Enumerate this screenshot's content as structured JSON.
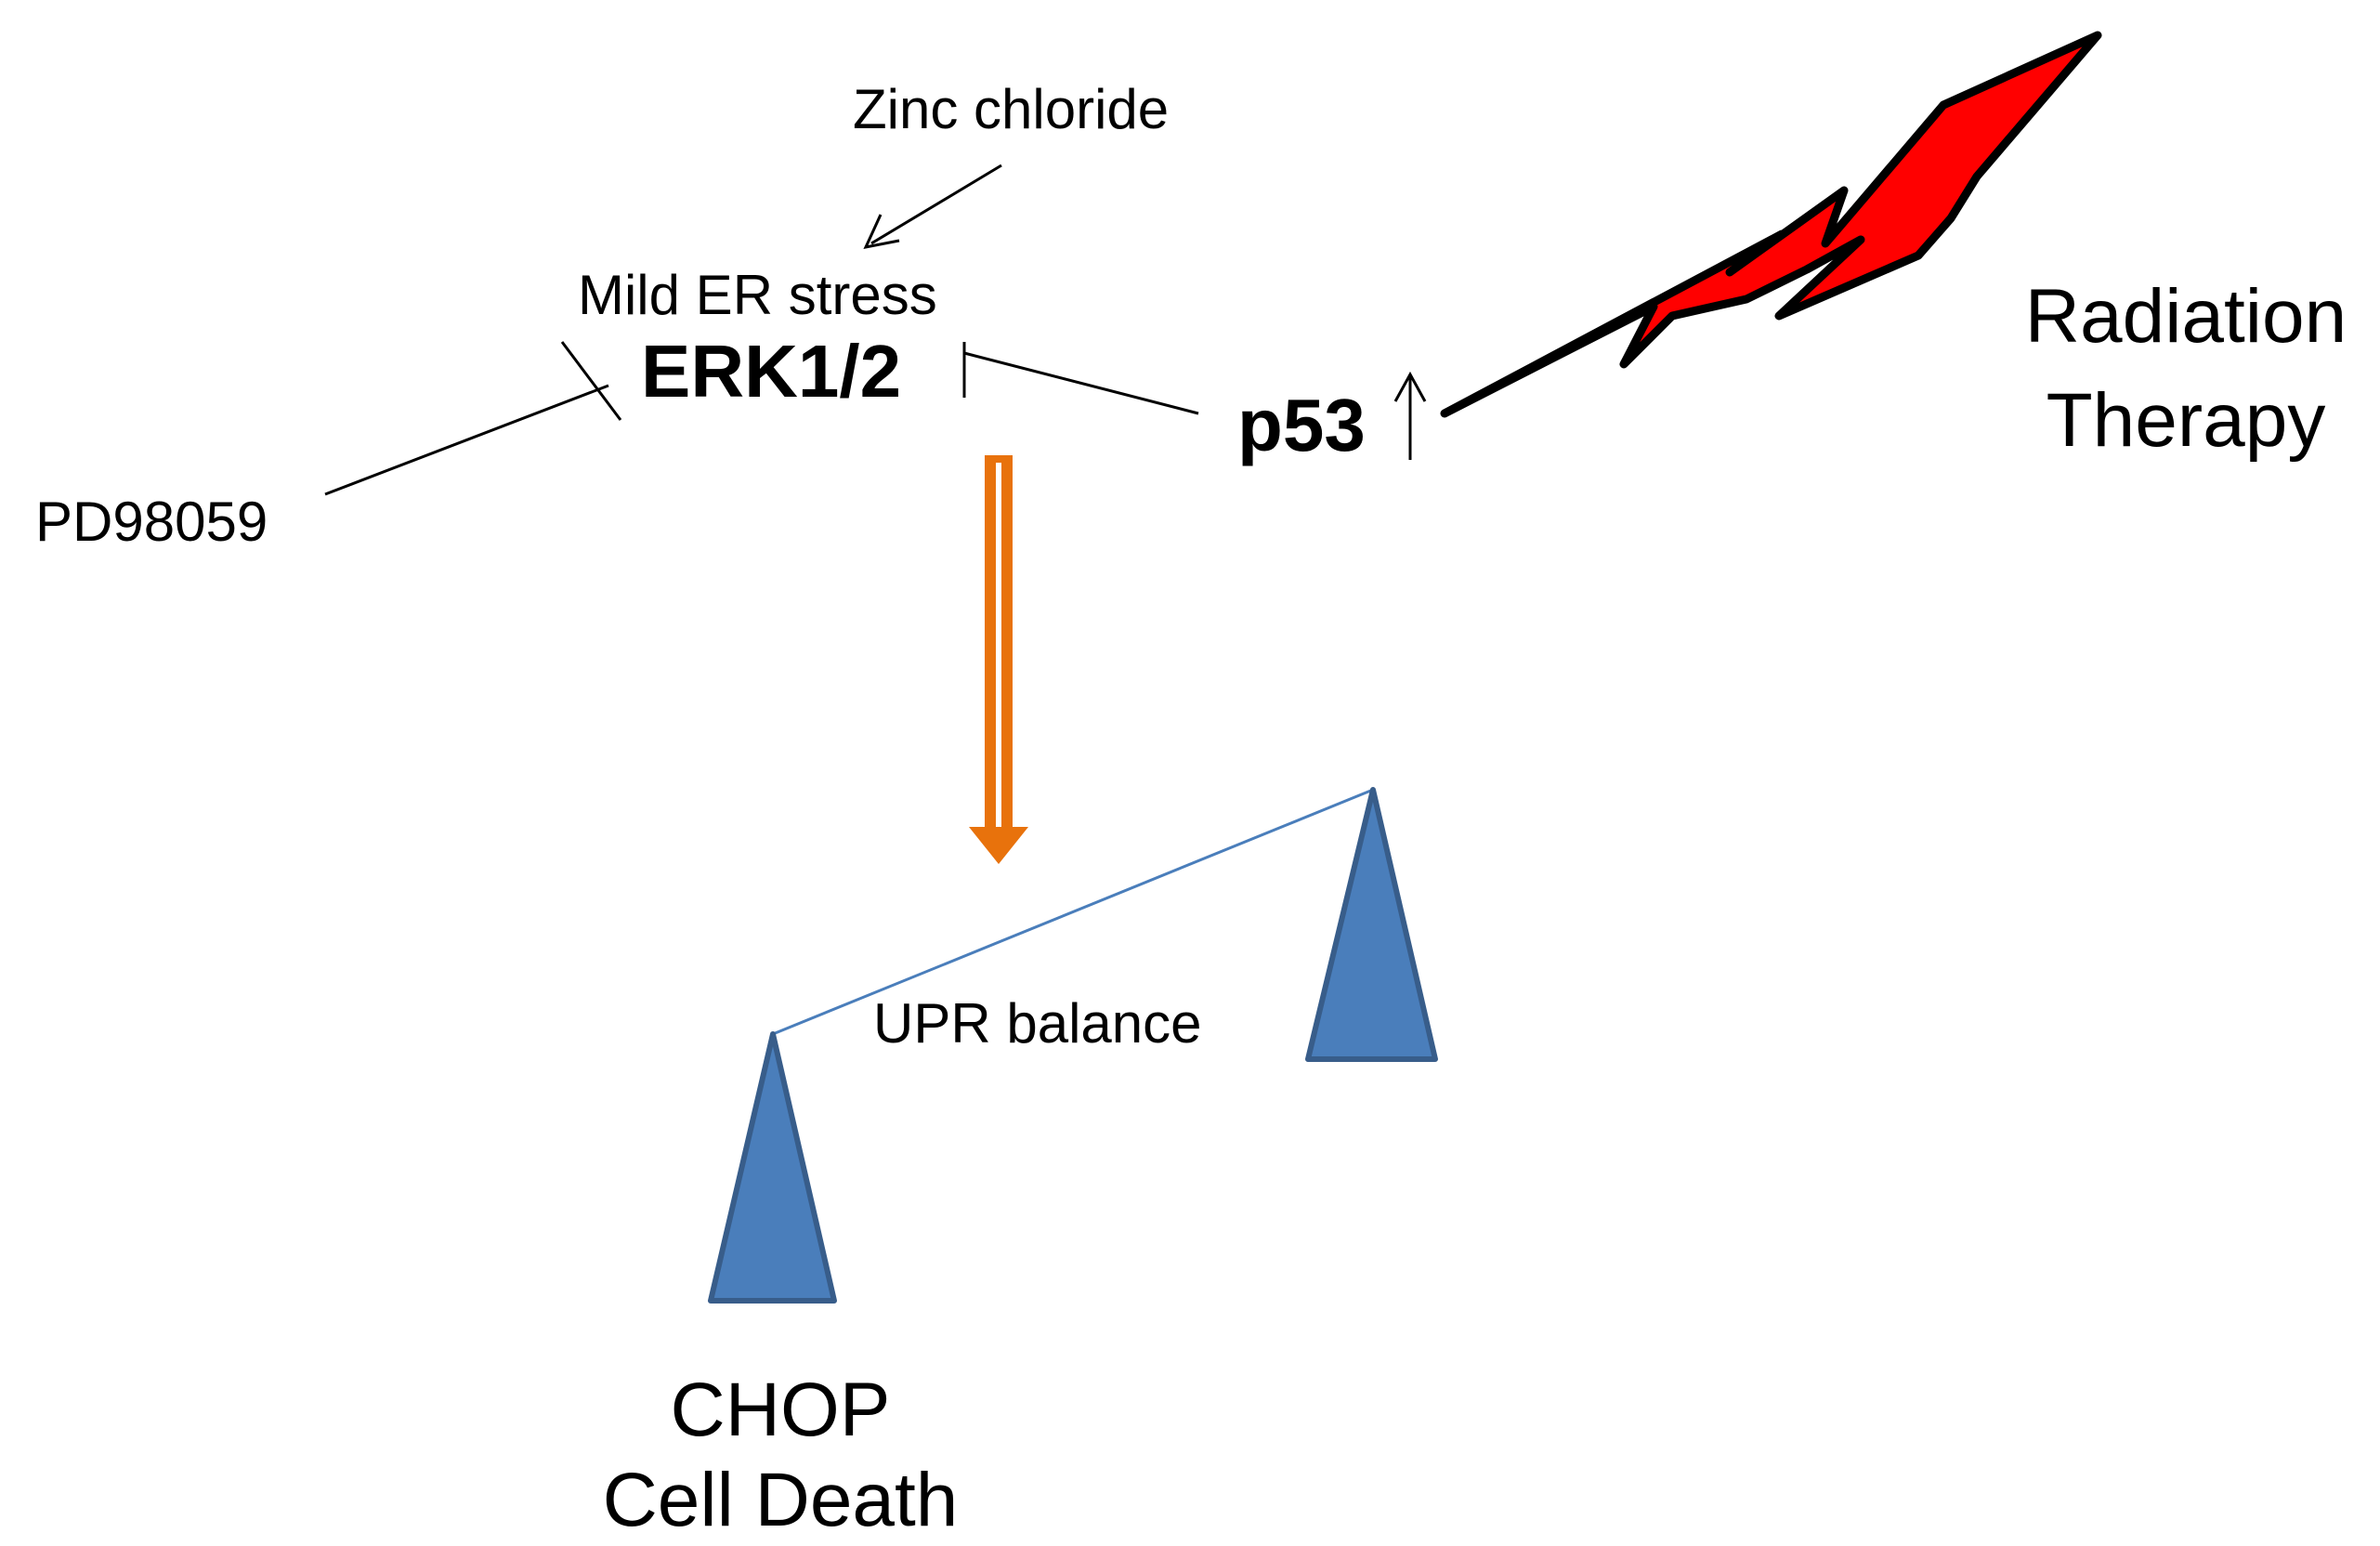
{
  "labels": {
    "zinc_chloride": "Zinc chloride",
    "mild_er_stress": "Mild ER stress",
    "erk": "ERK1/2",
    "p53": "p53",
    "pd98059": "PD98059",
    "radiation_line1": "Radiation",
    "radiation_line2": "Therapy",
    "upr_balance": "UPR balance",
    "chop_line1": "CHOP",
    "chop_line2": "Cell Death"
  },
  "colors": {
    "lightning_fill": "#ff0000",
    "lightning_outline": "#000000",
    "arrow_orange": "#e8720c",
    "triangle_fill": "#4a7ebb",
    "triangle_outline": "#385d8a",
    "balance_beam": "#4a7ebb",
    "line": "#000000"
  },
  "icons": {
    "lightning": "lightning-bolt-icon",
    "up_arrow": "up-arrow-icon",
    "down_arrow": "orange-down-arrow-icon"
  }
}
